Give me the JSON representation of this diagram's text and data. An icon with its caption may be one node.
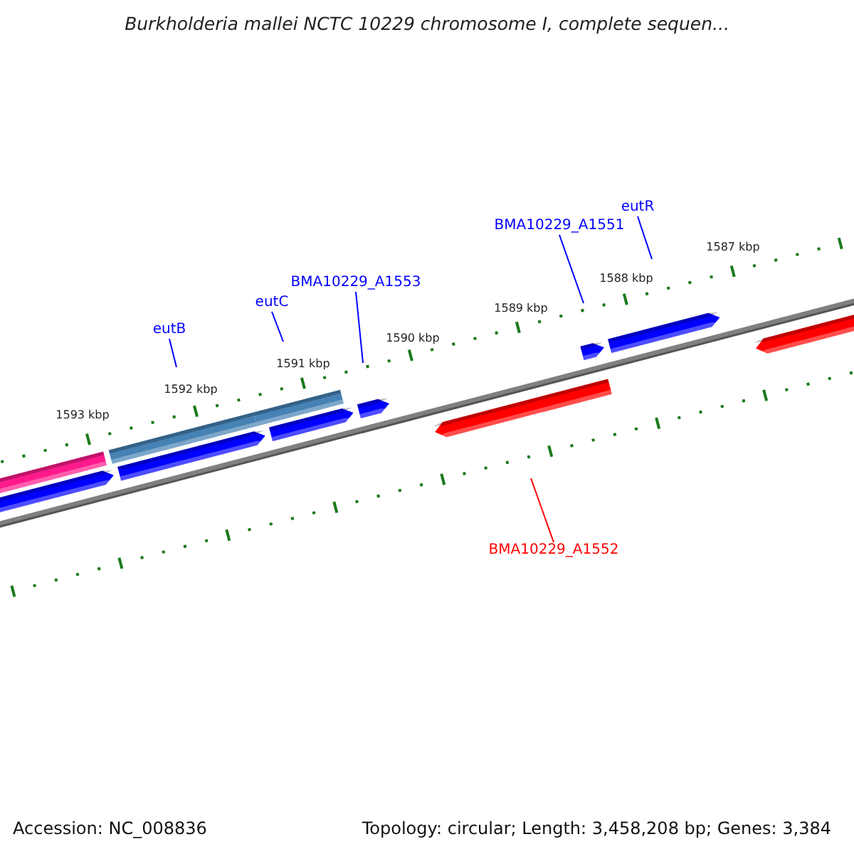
{
  "diagram": {
    "title": "Burkholderia mallei NCTC 10229 chromosome I, complete sequen...",
    "nodes": [
      {
        "text": [
          "eutB"
        ]
      },
      {
        "text": [
          "eutC"
        ]
      },
      {
        "text": [
          "BMA10229_A1553"
        ]
      },
      {
        "text": [
          "BMA10229_A1551"
        ]
      },
      {
        "text": [
          "eutR"
        ]
      },
      {
        "text": [
          "BMA10229_A1552"
        ]
      }
    ],
    "edges": [
      {
        "from": 0,
        "to": null,
        "arrow": "none"
      },
      {
        "from": 1,
        "to": null,
        "arrow": "none"
      },
      {
        "from": 2,
        "to": null,
        "arrow": "none"
      },
      {
        "from": 3,
        "to": null,
        "arrow": "none"
      },
      {
        "from": 4,
        "to": null,
        "arrow": "none"
      },
      {
        "from": 5,
        "to": null,
        "arrow": "none",
        "color": "#ff0000"
      }
    ],
    "labels": [
      "1587 kbp",
      "1588 kbp",
      "1589 kbp",
      "1590 kbp",
      "1591 kbp",
      "1592 kbp",
      "1593 kbp",
      "Accession: NC_008836",
      "Topology: circular; Length: 3,458,208 bp; Genes: 3,384"
    ]
  }
}
